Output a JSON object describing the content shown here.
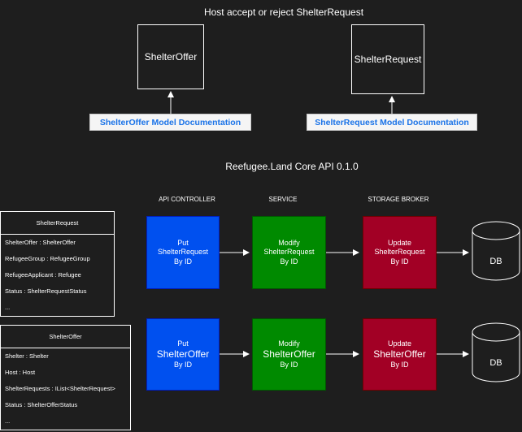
{
  "header": {
    "title": "Host accept or reject ShelterRequest"
  },
  "models": {
    "offer": {
      "label": "ShelterOffer",
      "doc_button": "ShelterOffer Model Documentation"
    },
    "request": {
      "label": "ShelterRequest",
      "doc_button": "ShelterRequest Model Documentation"
    }
  },
  "api_title": "Reefugee.Land Core API 0.1.0",
  "columns": {
    "controller": "API CONTROLLER",
    "service": "SERVICE",
    "broker": "STORAGE BROKER"
  },
  "flows": [
    {
      "controller": {
        "line1": "Put",
        "line2": "ShelterRequest",
        "line3": "By ID"
      },
      "service": {
        "line1": "Modify",
        "line2": "ShelterRequest",
        "line3": "By ID"
      },
      "broker": {
        "line1": "Update",
        "line2": "ShelterRequest",
        "line3": "By ID"
      },
      "db": "DB"
    },
    {
      "controller": {
        "line1": "Put",
        "line2": "ShelterOffer",
        "line3": "By ID"
      },
      "service": {
        "line1": "Modify",
        "line2": "ShelterOffer",
        "line3": "By ID"
      },
      "broker": {
        "line1": "Update",
        "line2": "ShelterOffer",
        "line3": "By ID"
      },
      "db": "DB"
    }
  ],
  "classes": {
    "request": {
      "name": "ShelterRequest",
      "fields": [
        "ShelterOffer : ShelterOffer",
        "RefugeeGroup : RefugeeGroup",
        "RefugeeApplicant : Refugee",
        "Status : ShelterRequestStatus",
        "..."
      ]
    },
    "offer": {
      "name": "ShelterOffer",
      "fields": [
        "Shelter : Shelter",
        "Host : Host",
        "ShelterRequests : IList<ShelterRequest>",
        "Status : ShelterOfferStatus",
        "..."
      ]
    }
  },
  "colors": {
    "controller": "#0050ef",
    "service": "#008a00",
    "broker": "#a20025",
    "background": "#1e1e1e",
    "link": "#1a73e8"
  }
}
